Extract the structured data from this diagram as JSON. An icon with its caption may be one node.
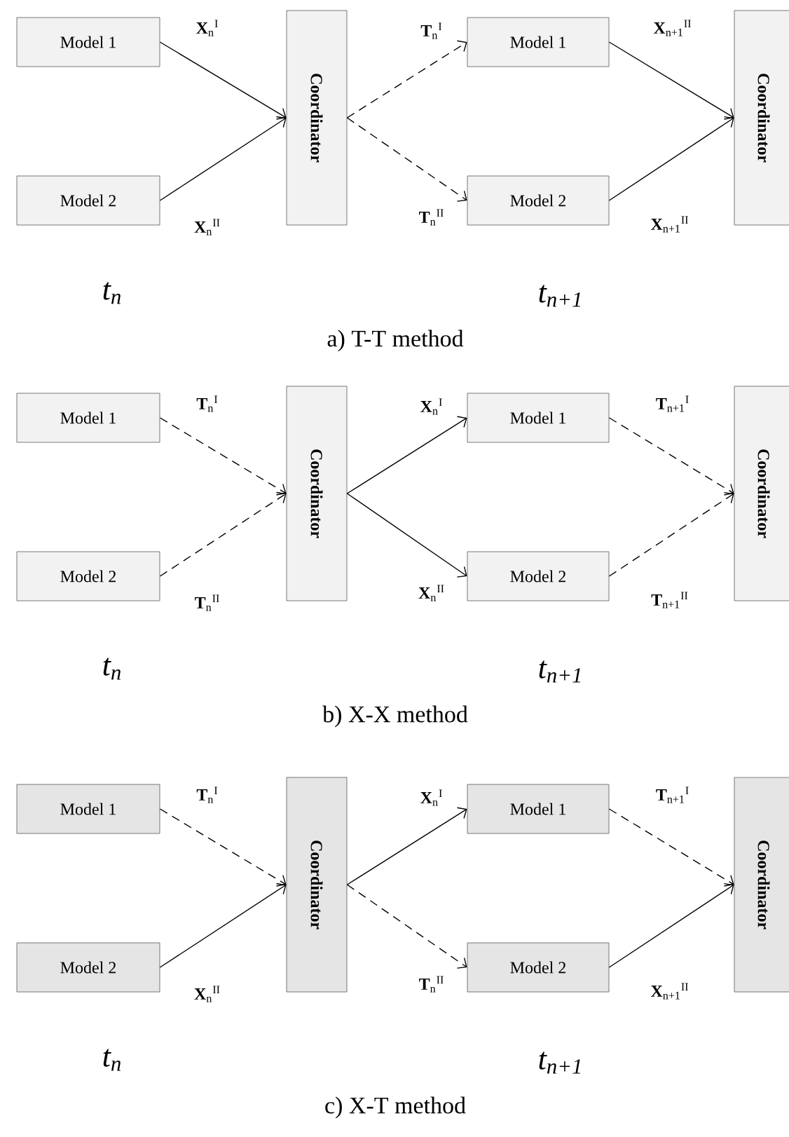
{
  "diagram": {
    "nodes": [
      {
        "text": [
          "Model 1"
        ]
      },
      {
        "text": [
          "Model 2"
        ]
      },
      {
        "text": [
          "Coordinator"
        ]
      },
      {
        "text": [
          "Model 1"
        ]
      },
      {
        "text": [
          "Model 2"
        ]
      },
      {
        "text": [
          "Coordinator"
        ]
      },
      {
        "text": [
          "Model 1"
        ]
      },
      {
        "text": [
          "Model 2"
        ]
      },
      {
        "text": [
          "Coordinator"
        ]
      },
      {
        "text": [
          "Model 1"
        ]
      },
      {
        "text": [
          "Model 2"
        ]
      },
      {
        "text": [
          "Coordinator"
        ]
      },
      {
        "text": [
          "Model 1"
        ]
      },
      {
        "text": [
          "Model 2"
        ]
      },
      {
        "text": [
          "Coordinator"
        ]
      },
      {
        "text": [
          "Model 1"
        ]
      },
      {
        "text": [
          "Model 2"
        ]
      },
      {
        "text": [
          "Coordinator"
        ]
      }
    ],
    "edges": [
      {
        "from": 0,
        "to": 2,
        "arrow": "to",
        "label": "**X**$_{n}$$^{I}$"
      },
      {
        "from": 1,
        "to": 2,
        "arrow": "to",
        "label": "**X**$_{n}$$^{II}$"
      },
      {
        "from": 2,
        "to": 3,
        "arrow": "to",
        "style": "dashed",
        "label": "**T**$_{n}$$^{I}$"
      },
      {
        "from": 2,
        "to": 4,
        "arrow": "to",
        "style": "dashed",
        "label": "**T**$_{n}$$^{II}$"
      },
      {
        "from": 3,
        "to": 5,
        "arrow": "to",
        "label": "**X**$_{n+1}$$^{II}$"
      },
      {
        "from": 4,
        "to": 5,
        "arrow": "to",
        "label": "**X**$_{n+1}$$^{II}$"
      },
      {
        "from": 6,
        "to": 8,
        "arrow": "to",
        "style": "dashed",
        "label": "**T**$_{n}$$^{I}$"
      },
      {
        "from": 7,
        "to": 8,
        "arrow": "to",
        "style": "dashed",
        "label": "**T**$_{n}$$^{II}$"
      },
      {
        "from": 8,
        "to": 9,
        "arrow": "to",
        "label": "**X**$_{n}$$^{I}$"
      },
      {
        "from": 8,
        "to": 10,
        "arrow": "to",
        "label": "**X**$_{n}$$^{II}$"
      },
      {
        "from": 9,
        "to": 11,
        "arrow": "to",
        "style": "dashed",
        "label": "**T**$_{n+1}$$^{I}$"
      },
      {
        "from": 10,
        "to": 11,
        "arrow": "to",
        "style": "dashed",
        "label": "**T**$_{n+1}$$^{II}$"
      },
      {
        "from": 12,
        "to": 14,
        "arrow": "to",
        "style": "dashed",
        "label": "**T**$_{n}$$^{I}$"
      },
      {
        "from": 13,
        "to": 14,
        "arrow": "to",
        "label": "**X**$_{n}$$^{II}$"
      },
      {
        "from": 14,
        "to": 15,
        "arrow": "to",
        "label": "**X**$_{n}$$^{I}$"
      },
      {
        "from": 14,
        "to": 16,
        "arrow": "to",
        "style": "dashed",
        "label": "**T**$_{n}$$^{II}$"
      },
      {
        "from": 15,
        "to": 17,
        "arrow": "to",
        "style": "dashed",
        "label": "**T**$_{n+1}$$^{I}$"
      },
      {
        "from": 16,
        "to": 17,
        "arrow": "to",
        "label": "**X**$_{n+1}$$^{II}$"
      }
    ],
    "labels": [
      "t$_{n}$",
      "t$_{n+1}$",
      "a) T-T method",
      "t$_{n}$",
      "t$_{n+1}$",
      "b) X-X method",
      "t$_{n}$",
      "t$_{n+1}$",
      "c) X-T method"
    ]
  }
}
